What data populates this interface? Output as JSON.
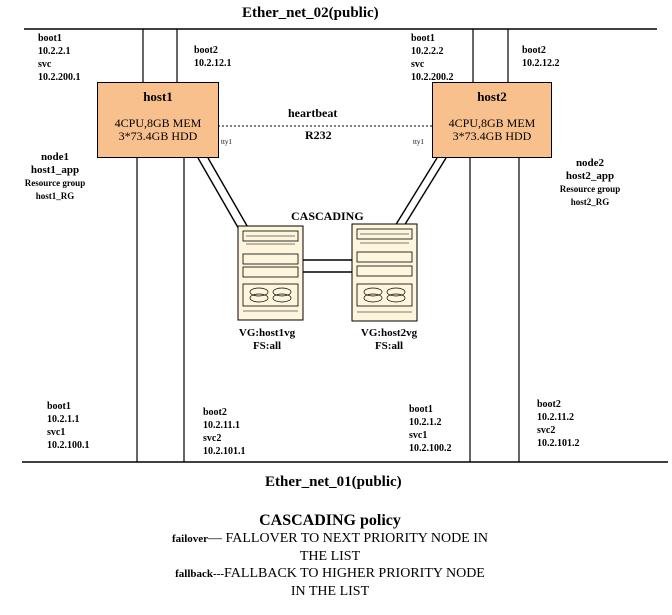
{
  "networks": {
    "top_label": "Ether_net_02(public)",
    "bottom_label": "Ether_net_01(public)"
  },
  "host1": {
    "name": "host1",
    "spec_line1": "4CPU,8GB MEM",
    "spec_line2": "3*73.4GB HDD",
    "tty": "tty1",
    "top_boot1": [
      "boot1",
      "10.2.2.1",
      "svc",
      "10.2.200.1"
    ],
    "top_boot2": [
      "boot2",
      "10.2.12.1"
    ],
    "bottom_boot1": [
      "boot1",
      "10.2.1.1",
      "svc1",
      "10.2.100.1"
    ],
    "bottom_boot2": [
      "boot2",
      "10.2.11.1",
      "svc2",
      "10.2.101.1"
    ],
    "node": [
      "node1",
      "host1_app"
    ],
    "rg_label": "Resource group",
    "rg_name": "host1_RG"
  },
  "host2": {
    "name": "host2",
    "spec_line1": "4CPU,8GB MEM",
    "spec_line2": "3*73.4GB HDD",
    "tty": "tty1",
    "top_boot1": [
      "boot1",
      "10.2.2.2",
      "svc",
      "10.2.200.2"
    ],
    "top_boot2": [
      "boot2",
      "10.2.12.2"
    ],
    "bottom_boot1": [
      "boot1",
      "10.2.1.2",
      "svc1",
      "10.2.100.2"
    ],
    "bottom_boot2": [
      "boot2",
      "10.2.11.2",
      "svc2",
      "10.2.101.2"
    ],
    "node": [
      "node2",
      "host2_app"
    ],
    "rg_label": "Resource group",
    "rg_name": "host2_RG"
  },
  "link": {
    "heartbeat": "heartbeat",
    "r232": "R232",
    "cascading": "CASCADING"
  },
  "storage": {
    "vg1": "VG:host1vg",
    "fs1": "FS:all",
    "vg2": "VG:host2vg",
    "fs2": "FS:all"
  },
  "policy": {
    "title": "CASCADING policy",
    "failover_kw": "failover",
    "failover_text1": "— FALLOVER TO NEXT PRIORITY NODE IN",
    "failover_text2": "THE LIST",
    "fallback_kw": "fallback---",
    "fallback_text1": "FALLBACK TO HIGHER PRIORITY NODE",
    "fallback_text2": "IN THE LIST"
  },
  "colors": {
    "host_fill": "#f7c08c",
    "disk_fill": "#fdf6dc"
  }
}
